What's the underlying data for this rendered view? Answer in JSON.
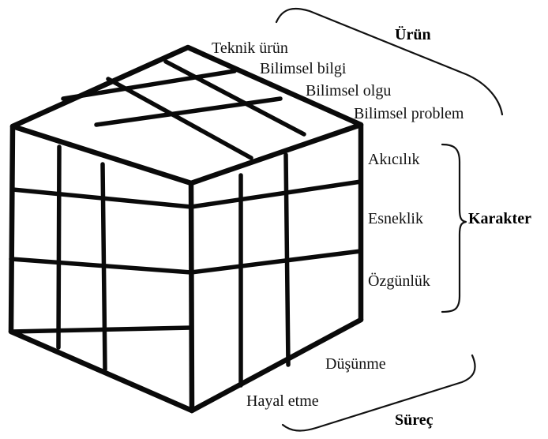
{
  "groups": {
    "product": {
      "title": "Ürün",
      "items": [
        "Teknik ürün",
        "Bilimsel bilgi",
        "Bilimsel olgu",
        "Bilimsel problem"
      ]
    },
    "character": {
      "title": "Karakter",
      "items": [
        "Akıcılık",
        "Esneklik",
        "Özgünlük"
      ]
    },
    "process": {
      "title": "Süreç",
      "items": [
        "Düşünme",
        "Hayal etme"
      ]
    }
  }
}
